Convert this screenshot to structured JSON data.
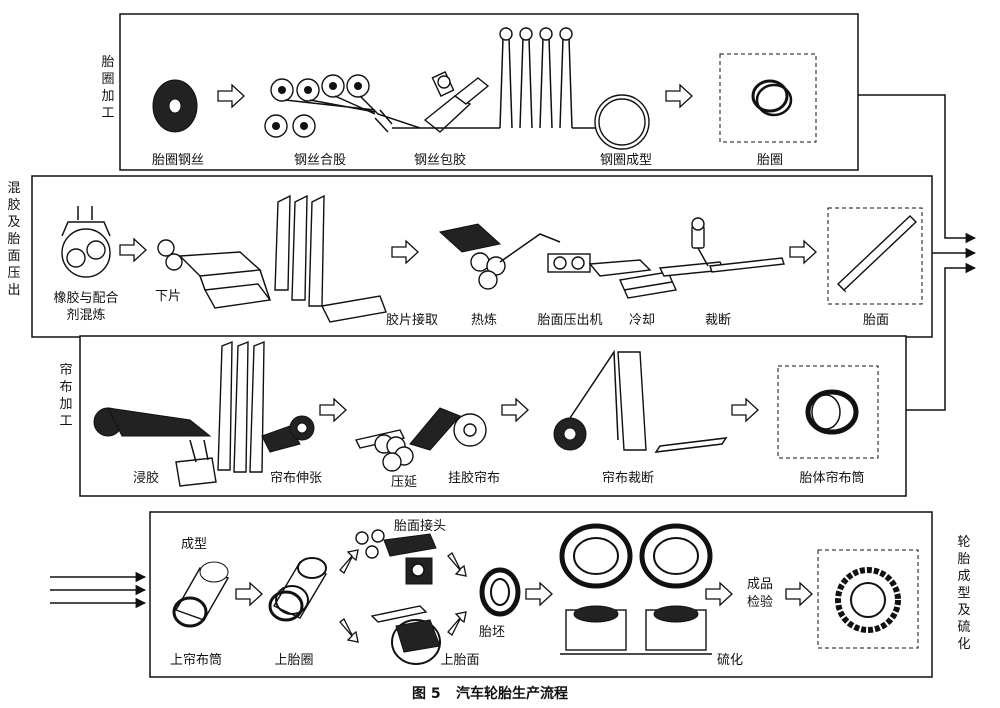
{
  "caption": {
    "number": "图 5",
    "title": "汽车轮胎生产流程"
  },
  "sections": [
    {
      "id": "bead",
      "side_label": "胎圈加工",
      "steps": [
        "胎圈钢丝",
        "钢丝合股",
        "钢丝包胶",
        "钢圈成型"
      ],
      "product": "胎圈"
    },
    {
      "id": "tread",
      "side_label": "混胶及胎面压出",
      "steps": [
        "橡胶与配合剂混炼",
        "下片",
        "胶片接取",
        "热炼",
        "胎面压出机",
        "冷却",
        "裁断"
      ],
      "product": "胎面"
    },
    {
      "id": "ply",
      "side_label": "帘布加工",
      "steps": [
        "浸胶",
        "帘布伸张",
        "压延",
        "挂胶帘布",
        "帘布裁断"
      ],
      "product": "胎体帘布筒"
    },
    {
      "id": "build",
      "side_label": "轮胎成型及硫化",
      "steps": [
        "成型",
        "上帘布筒",
        "上胎圈",
        "胎面接头",
        "上胎面",
        "胎坯",
        "硫化",
        "成品检验"
      ]
    }
  ]
}
